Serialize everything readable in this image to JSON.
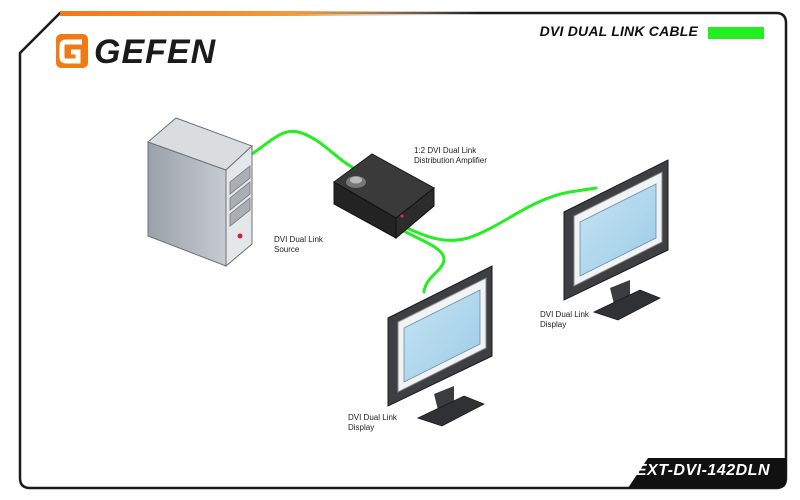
{
  "header": {
    "brand": "GEFEN",
    "legend_label": "DVI DUAL LINK CABLE",
    "cable_color": "#22ee22",
    "accent_orange": "#f07a14"
  },
  "devices": {
    "source": {
      "line1": "DVI Dual Link",
      "line2": "Source"
    },
    "amplifier": {
      "line1": "1:2 DVI Dual Link",
      "line2": "Distribution Amplifier"
    },
    "display_right": {
      "line1": "DVI Dual Link",
      "line2": "Display"
    },
    "display_bottom": {
      "line1": "DVI Dual Link",
      "line2": "Display"
    }
  },
  "footer": {
    "model": "EXT-DVI-142DLN"
  }
}
